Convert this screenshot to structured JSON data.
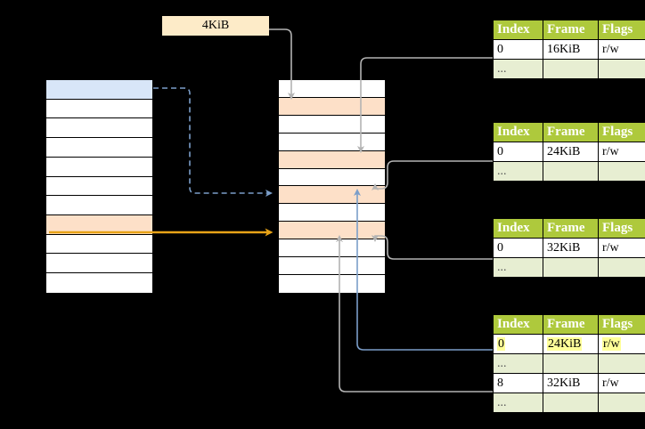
{
  "diagram": {
    "title_label": "4KiB",
    "left_stack": {
      "name": "virtual-address-space",
      "rows": 11,
      "highlights": [
        {
          "index": 0,
          "color": "blue",
          "hex": "#d8e6f8"
        },
        {
          "index": 7,
          "color": "peach",
          "hex": "#fde0c8"
        }
      ]
    },
    "middle_stack": {
      "name": "physical-memory",
      "rows": 12,
      "highlights": [
        {
          "index": 1,
          "color": "peach",
          "hex": "#fde0c8"
        },
        {
          "index": 4,
          "color": "peach",
          "hex": "#fde0c8"
        },
        {
          "index": 6,
          "color": "peach",
          "hex": "#fde0c8"
        },
        {
          "index": 8,
          "color": "peach",
          "hex": "#fde0c8"
        }
      ]
    },
    "colors": {
      "header_green": "#aec93c",
      "ellipsis_row": "#e7eed2",
      "highlight_yellow": "#ffff99",
      "blue_arrow": "#7b9ec9",
      "orange_arrow": "#e8a317",
      "gray_arrow": "#b3b3b3",
      "peach_cell": "#fde0c8",
      "blue_cell": "#d8e6f8"
    },
    "tables": [
      {
        "id": "page-table-1",
        "columns": [
          "Index",
          "Frame",
          "Flags"
        ],
        "rows": [
          {
            "type": "data",
            "cells": [
              "0",
              "16KiB",
              "r/w"
            ],
            "highlight": []
          },
          {
            "type": "ellipsis",
            "cells": [
              "...",
              "",
              ""
            ],
            "highlight": []
          }
        ]
      },
      {
        "id": "page-table-2",
        "columns": [
          "Index",
          "Frame",
          "Flags"
        ],
        "rows": [
          {
            "type": "data",
            "cells": [
              "0",
              "24KiB",
              "r/w"
            ],
            "highlight": []
          },
          {
            "type": "ellipsis",
            "cells": [
              "...",
              "",
              ""
            ],
            "highlight": []
          }
        ]
      },
      {
        "id": "page-table-3",
        "columns": [
          "Index",
          "Frame",
          "Flags"
        ],
        "rows": [
          {
            "type": "data",
            "cells": [
              "0",
              "32KiB",
              "r/w"
            ],
            "highlight": []
          },
          {
            "type": "ellipsis",
            "cells": [
              "...",
              "",
              ""
            ],
            "highlight": []
          }
        ]
      },
      {
        "id": "page-table-4",
        "columns": [
          "Index",
          "Frame",
          "Flags"
        ],
        "rows": [
          {
            "type": "data",
            "cells": [
              "0",
              "24KiB",
              "r/w"
            ],
            "highlight": [
              0,
              1,
              2
            ]
          },
          {
            "type": "ellipsis",
            "cells": [
              "...",
              "",
              ""
            ],
            "highlight": []
          },
          {
            "type": "data",
            "cells": [
              "8",
              "32KiB",
              "r/w"
            ],
            "highlight": []
          },
          {
            "type": "ellipsis",
            "cells": [
              "...",
              "",
              ""
            ],
            "highlight": []
          }
        ]
      }
    ],
    "connectors": [
      {
        "name": "blue-dashed-virt-to-phys",
        "style": "dashed",
        "color": "#7b9ec9"
      },
      {
        "name": "orange-solid-virt-to-phys",
        "style": "solid",
        "color": "#e8a317"
      },
      {
        "name": "gray-label-to-table1",
        "style": "solid",
        "color": "#b3b3b3"
      },
      {
        "name": "gray-table1-to-phys",
        "style": "solid",
        "color": "#b3b3b3"
      },
      {
        "name": "gray-table2-to-phys",
        "style": "solid",
        "color": "#b3b3b3"
      },
      {
        "name": "gray-table3-to-phys",
        "style": "solid",
        "color": "#b3b3b3"
      },
      {
        "name": "gray-table4-row8-to-phys",
        "style": "solid",
        "color": "#b3b3b3"
      },
      {
        "name": "blue-table4-row0-to-phys",
        "style": "solid",
        "color": "#7b9ec9"
      }
    ]
  }
}
